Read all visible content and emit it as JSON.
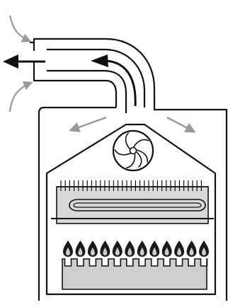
{
  "diagram": {
    "kind": "condensing boiler schematic",
    "labels": [],
    "components": {
      "flue_pipe": "flue-pipe",
      "fan": "fan-icon",
      "heat_exchanger": "heat-exchanger",
      "burner": "burner",
      "flames": {
        "count": 12
      }
    },
    "colors": {
      "outline": "#111111",
      "exhaust_arrow": "#111111",
      "air_arrow": "#999999",
      "fin_fill": "#d9d9d9",
      "burner_fill": "#cfcfcf",
      "flame_outer": "#1a1a1a",
      "flame_inner": "#cccccc"
    }
  }
}
